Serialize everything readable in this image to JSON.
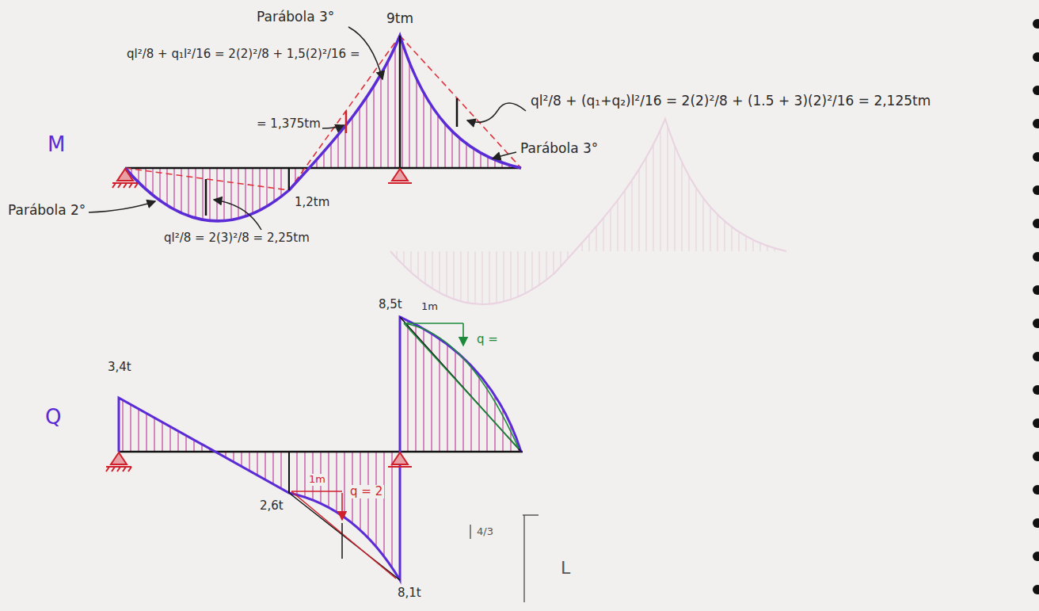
{
  "diagram": {
    "labels": [
      "Parábola 3°",
      "9tm",
      "ql²/8 + q₁l²/16 = 2(2)²/8 + 1,5(2)²/16 =",
      "= 1,375tm",
      "ql²/8 + (q₁+q₂)l²/16 = 2(2)²/8 + (1.5 + 3)(2)²/16 = 2,125tm",
      "M",
      "Parábola 3°",
      "Parábola 2°",
      "1,2tm",
      "ql²/8 = 2(3)²/8 = 2,25tm",
      "8,5t",
      "1m",
      "q =",
      "3,4t",
      "Q",
      "2,6t",
      "1m",
      "q = 2",
      "4/3",
      "L",
      "8,1t"
    ]
  }
}
